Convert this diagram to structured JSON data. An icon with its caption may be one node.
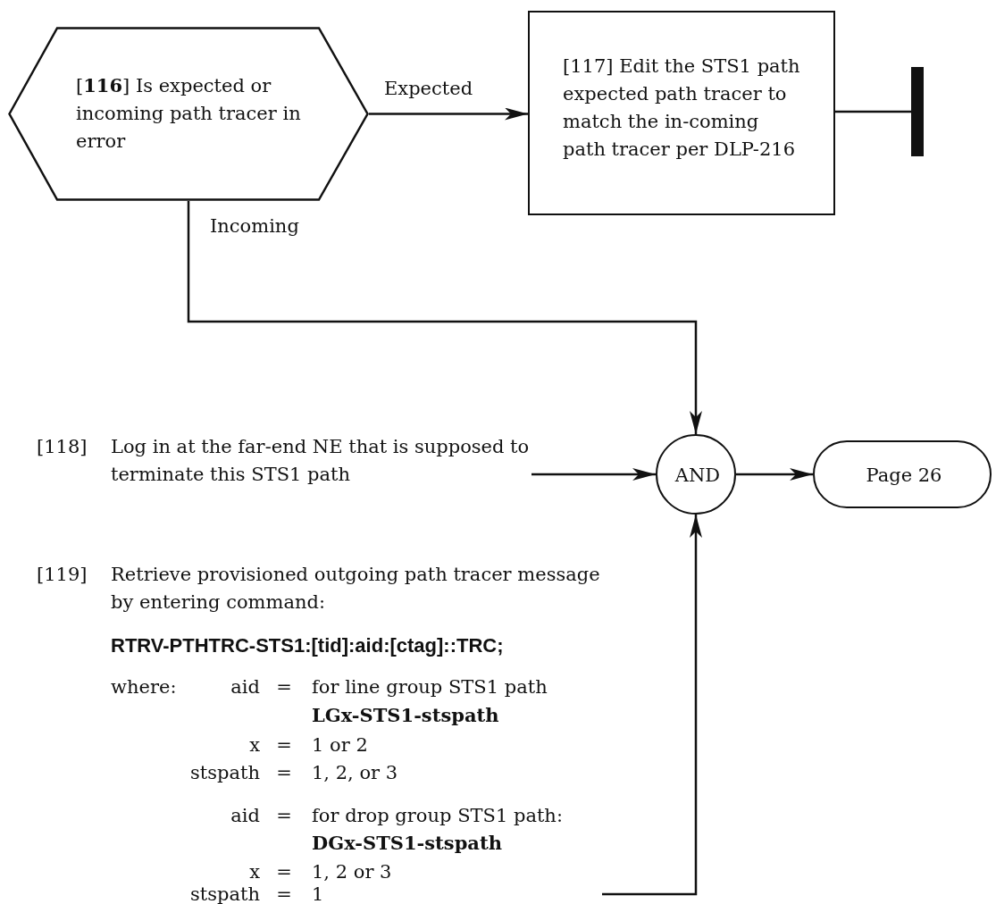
{
  "diagram": {
    "nodes": [
      {
        "text": [
          "[**116**] Is expected or incoming path tracer in error"
        ]
      },
      {
        "text": [
          "[117] Edit the STS1 path expected path tracer to match the in-coming path tracer per DLP-216"
        ]
      },
      {
        "text": [],
        "shape": "bar"
      },
      {
        "text": [
          "[118]",
          "Log in at the far-end NE that is supposed to terminate this STS1 path"
        ]
      },
      {
        "text": [
          "AND"
        ]
      },
      {
        "text": [
          "Page 26"
        ]
      },
      {
        "text": [
          "[119]",
          "Retrieve provisioned outgoing path tracer message by entering command:",
          "RTRV-PTHTRC-STS1:[tid]:aid:[ctag]::TRC;",
          "where:",
          "aid",
          "=",
          "for line group STS1 path",
          "LGx-STS1-stspath",
          "x",
          "=",
          "1 or 2",
          "stspath",
          "=",
          "1, 2, or 3",
          "aid",
          "=",
          "for drop group STS1 path:",
          "DGx-STS1-stspath",
          "x",
          "=",
          "1, 2 or 3",
          "stspath",
          "=",
          "1"
        ]
      }
    ],
    "edges": [
      {
        "from": 0,
        "to": 1,
        "arrow": "to",
        "label": "Expected"
      },
      {
        "from": 1,
        "to": 2,
        "arrow": "none"
      },
      {
        "from": 0,
        "to": 4,
        "arrow": "to",
        "label": "Incoming"
      },
      {
        "from": 3,
        "to": 4,
        "arrow": "to"
      },
      {
        "from": 4,
        "to": 5,
        "arrow": "to"
      },
      {
        "from": 6,
        "to": 4,
        "arrow": "to"
      }
    ]
  }
}
